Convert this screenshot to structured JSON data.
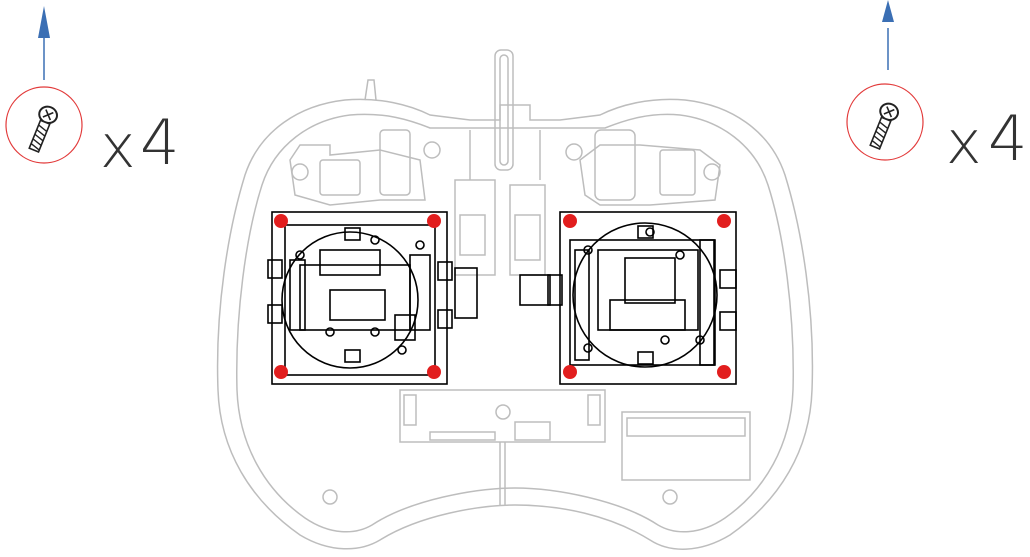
{
  "callouts": [
    {
      "id": "left",
      "multiply": "x",
      "count": "4",
      "icon": "screw-icon"
    },
    {
      "id": "right",
      "multiply": "x",
      "count": "4",
      "icon": "screw-icon"
    }
  ],
  "colors": {
    "arrow": "#3b6fb4",
    "screw_ring": "#e23a3a",
    "screw_marker": "#e21e1e",
    "outline_light": "#bdbdbd",
    "outline_dark": "#000000"
  },
  "screw_marker_count": 8
}
